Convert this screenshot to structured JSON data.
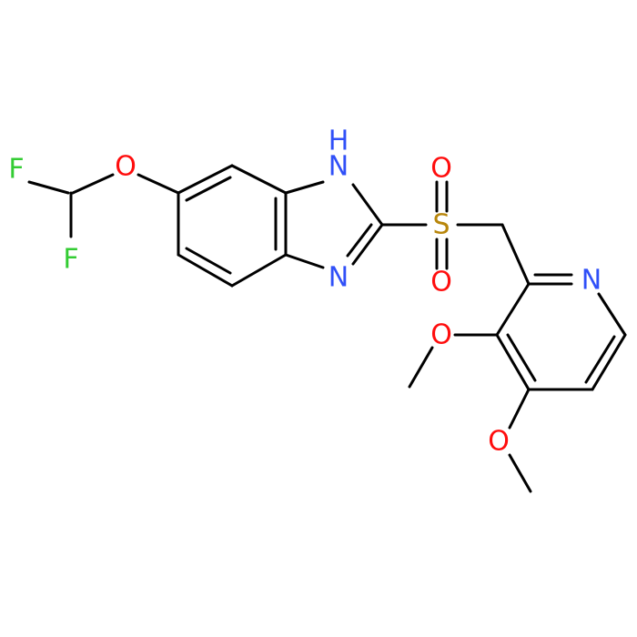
{
  "molecule": {
    "atoms": {
      "f1": "F",
      "f2": "F",
      "o_ether": "O",
      "nh": "H",
      "nh_n": "N",
      "n_imidazole": "N",
      "s_sulfonyl": "S",
      "o_sulfonyl_top": "O",
      "o_sulfonyl_bottom": "O",
      "n_pyridine": "N",
      "o_methoxy_3": "O",
      "o_methoxy_4": "O"
    },
    "colors": {
      "carbon_bond": "#000000",
      "fluorine": "#33cc33",
      "oxygen": "#ff0d0d",
      "nitrogen": "#3050f8",
      "sulfur": "#b8860b"
    }
  }
}
